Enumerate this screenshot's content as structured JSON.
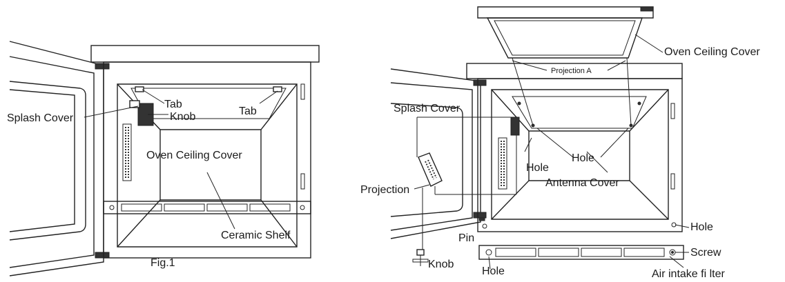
{
  "fig1": {
    "caption": "Fig.1",
    "labels": {
      "splash_cover": "Splash Cover",
      "tab_left": "Tab",
      "knob": "Knob",
      "tab_right": "Tab",
      "oven_ceiling_cover": "Oven Ceiling Cover",
      "ceramic_shelf": "Ceramic Shelf"
    }
  },
  "fig2": {
    "labels": {
      "oven_ceiling_cover": "Oven Ceiling Cover",
      "projection_a": "Projection A",
      "splash_cover": "Splash Cover",
      "hole_top": "Hole",
      "hole_left": "Hole",
      "antenna_cover": "Antenna Cover",
      "projection": "Projection",
      "hole_right": "Hole",
      "pin": "Pin",
      "screw": "Screw",
      "knob": "Knob",
      "hole_bottom": "Hole",
      "air_intake_filter": "Air intake fi lter"
    }
  }
}
